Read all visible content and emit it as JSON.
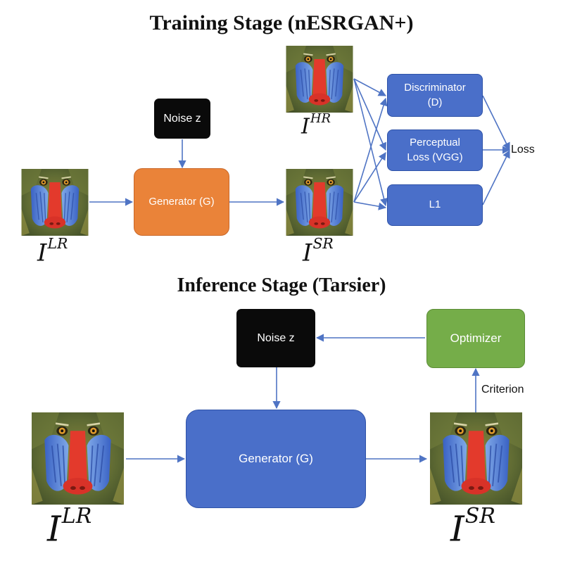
{
  "training": {
    "title": "Training Stage (nESRGAN+)",
    "noise_label": "Noise z",
    "generator_label": "Generator (G)",
    "discriminator_label": "Discriminator\n(D)",
    "perceptual_label": "Perceptual\nLoss (VGG)",
    "l1_label": "L1",
    "loss_label": "Loss",
    "lr_symbol": "I",
    "lr_superscript": "LR",
    "hr_symbol": "I",
    "hr_superscript": "HR",
    "sr_symbol": "I",
    "sr_superscript": "SR"
  },
  "inference": {
    "title": "Inference Stage (Tarsier)",
    "noise_label": "Noise z",
    "generator_label": "Generator (G)",
    "optimizer_label": "Optimizer",
    "criterion_label": "Criterion",
    "lr_symbol": "I",
    "lr_superscript": "LR",
    "sr_symbol": "I",
    "sr_superscript": "SR"
  },
  "colors": {
    "generator_training": "#ea8339",
    "blue_boxes": "#4a6fc9",
    "optimizer": "#75ad49",
    "noise": "#0a0a0a",
    "arrow": "#4f74c4"
  }
}
